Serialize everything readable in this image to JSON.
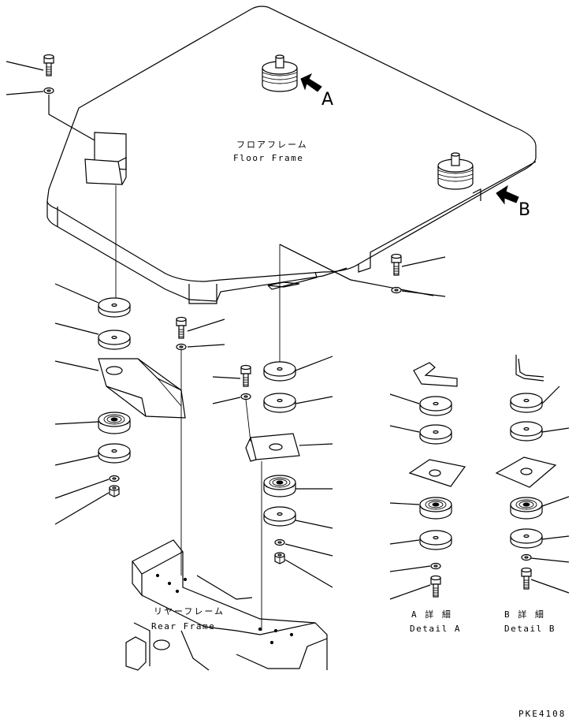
{
  "labels": {
    "floor_jp": "フロアフレーム",
    "floor_en": "Floor Frame",
    "rear_jp": "リヤーフレーム",
    "rear_en": "Rear Frame",
    "view_a": "A",
    "view_b": "B",
    "detail_a_jp": "A 詳 細",
    "detail_a_en": "Detail A",
    "detail_b_jp": "B 詳 細",
    "detail_b_en": "Detail B",
    "drawing_code": "PKE4108"
  },
  "icons": [
    "arrow-a-icon",
    "arrow-b-icon"
  ]
}
